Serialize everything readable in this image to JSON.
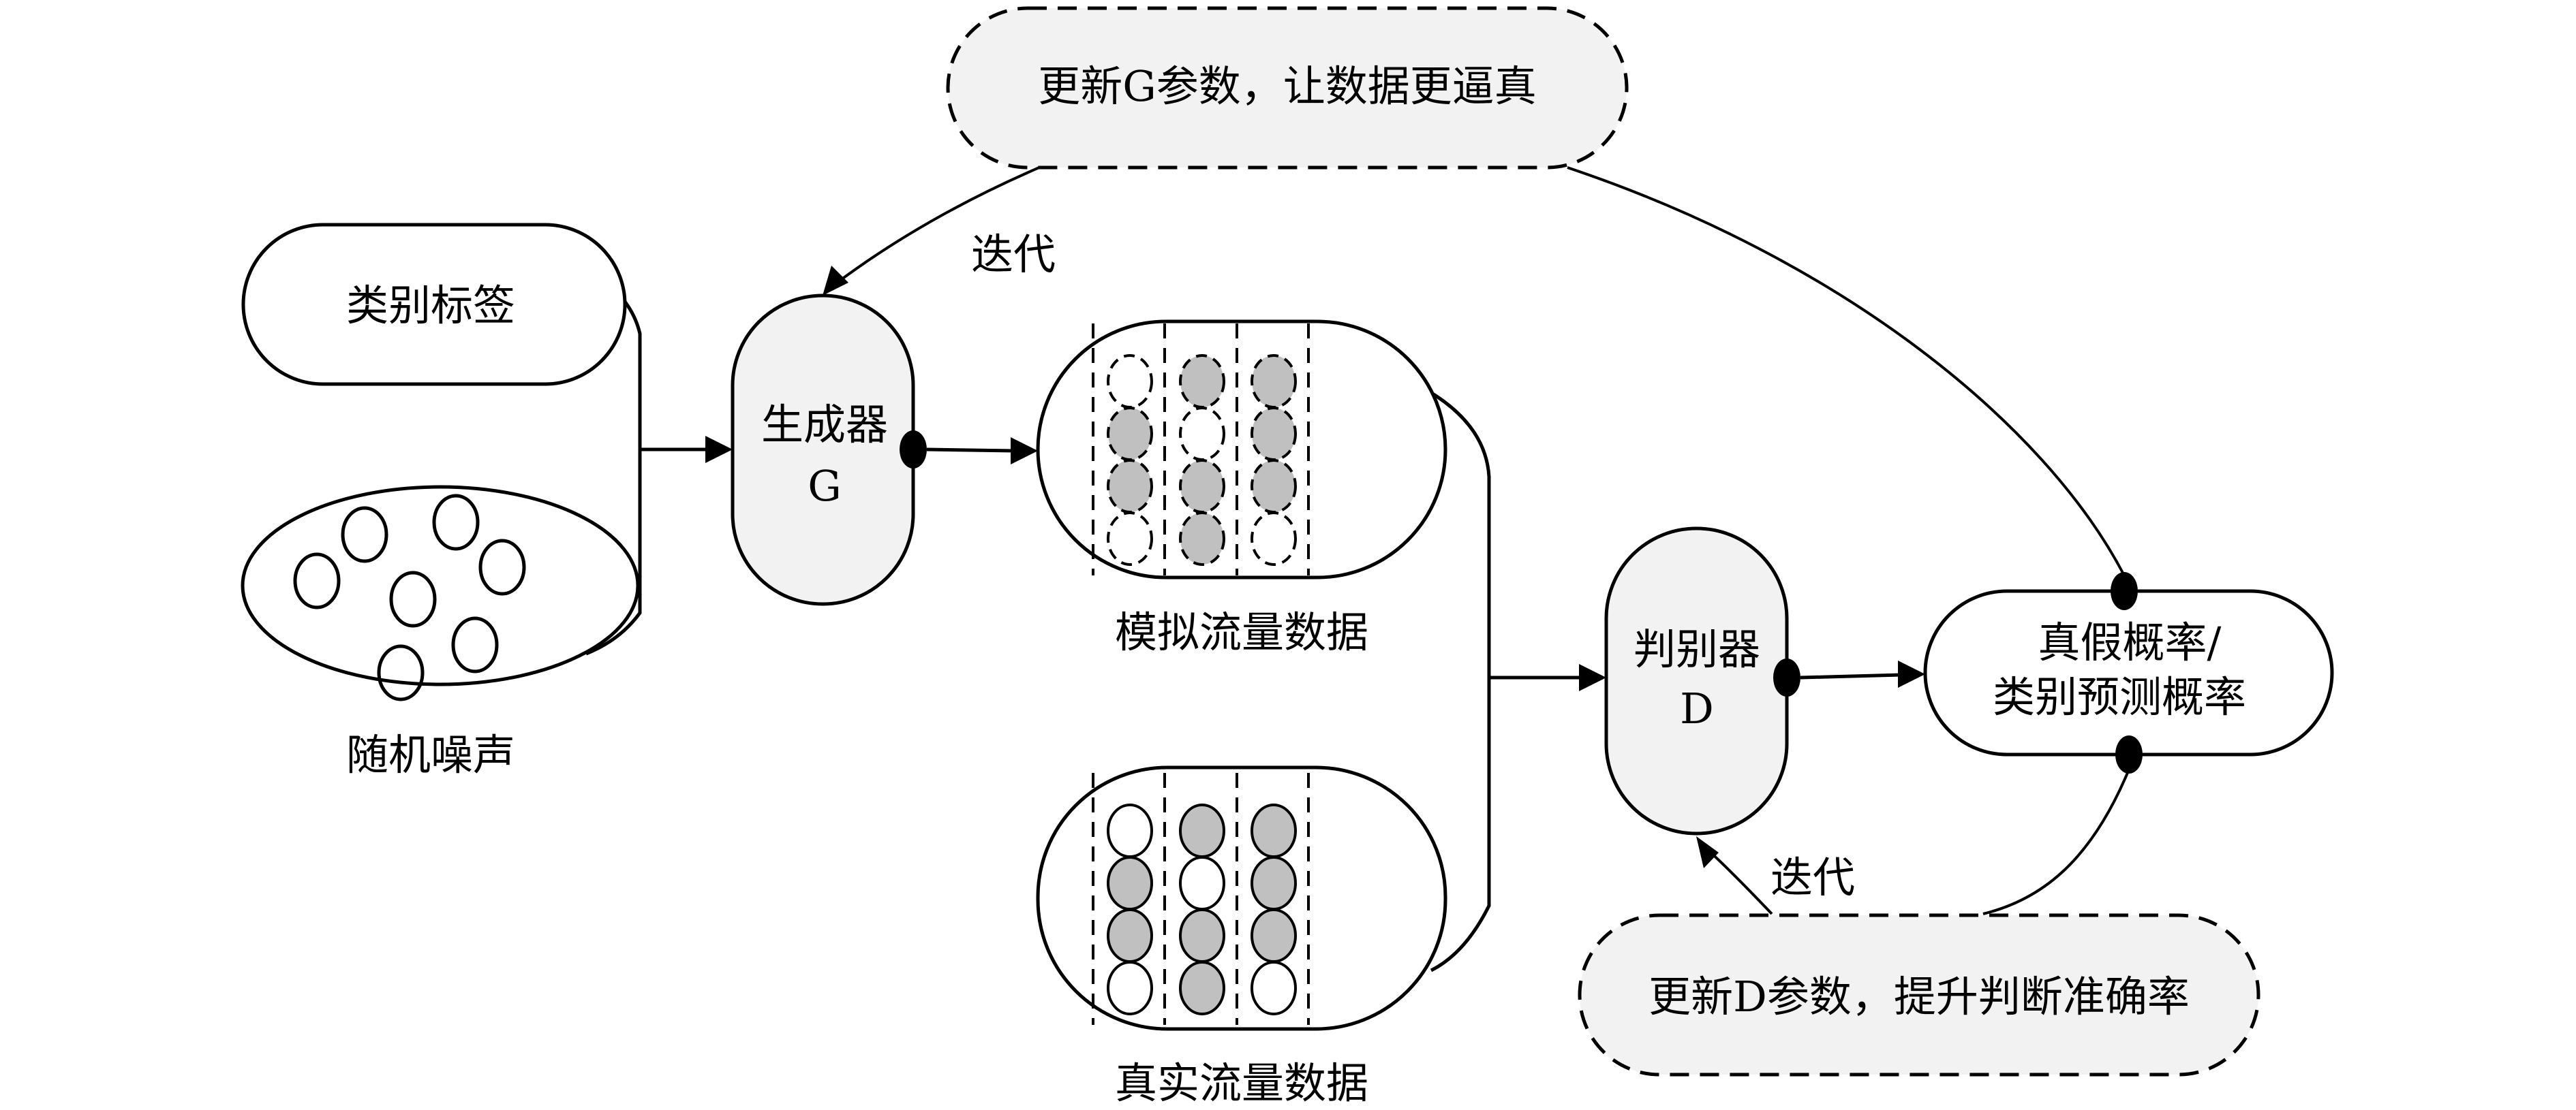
{
  "diagram": {
    "nodes": {
      "update_g": "更新G参数，让数据更逼真",
      "class_label": "类别标签",
      "noise_caption": "随机噪声",
      "generator_line1": "生成器",
      "generator_line2": "G",
      "simulated_caption": "模拟流量数据",
      "real_caption": "真实流量数据",
      "discriminator_line1": "判别器",
      "discriminator_line2": "D",
      "output_line1": "真假概率/",
      "output_line2": "类别预测概率",
      "update_d": "更新D参数，提升判断准确率"
    },
    "edge_labels": {
      "iterate_g": "迭代",
      "iterate_d": "迭代"
    },
    "data_grid": {
      "columns": [
        [
          false,
          true,
          true,
          false
        ],
        [
          true,
          false,
          true,
          true
        ],
        [
          true,
          true,
          true,
          false
        ]
      ]
    },
    "colors": {
      "node_fill": "#f2f2f2",
      "cell_fill": "#c0c0c0",
      "line": "#000000"
    }
  }
}
